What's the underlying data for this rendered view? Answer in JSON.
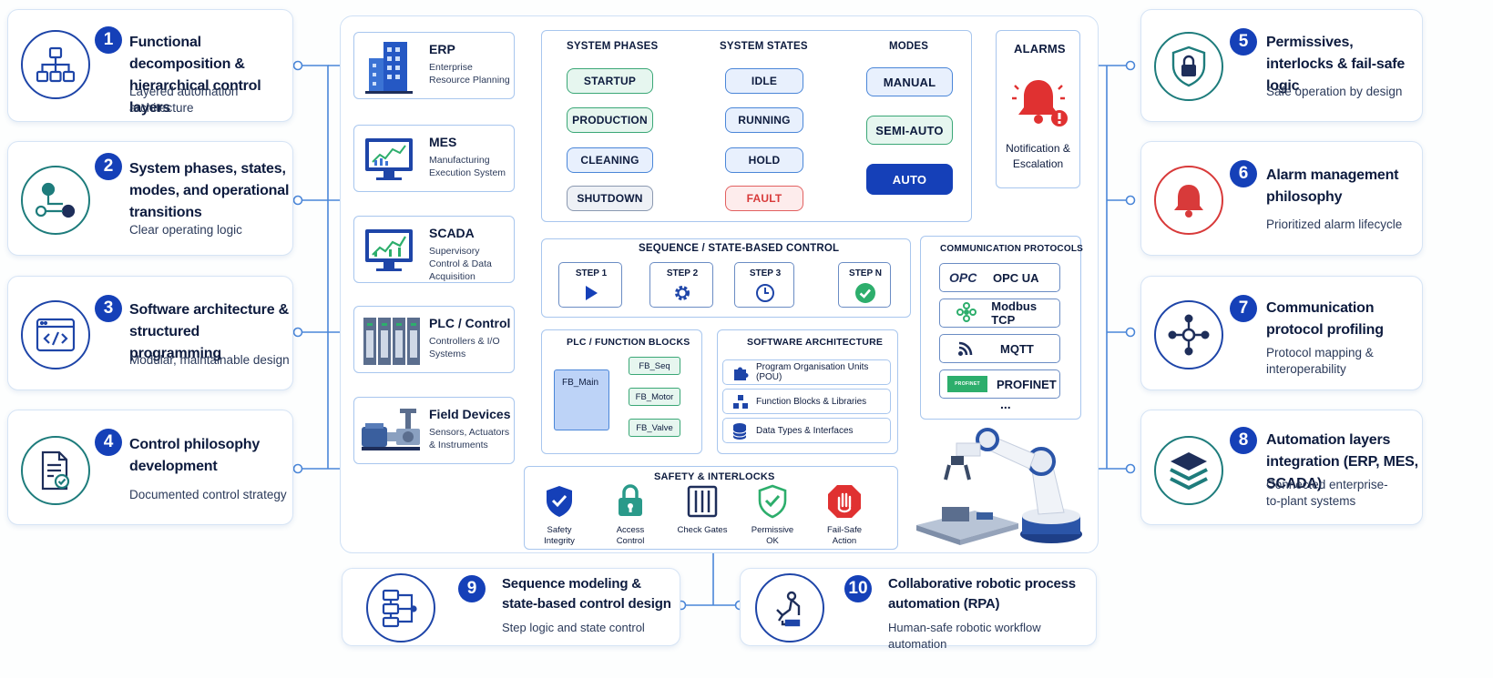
{
  "left_cards": [
    {
      "num": "1",
      "title": "Functional decomposition & hierarchical control layers",
      "subtitle": "Layered automation architecture",
      "icon": "hierarchy-icon"
    },
    {
      "num": "2",
      "title": "System phases, states, modes, and operational transitions",
      "subtitle": "Clear operating logic",
      "icon": "flow-nodes-icon"
    },
    {
      "num": "3",
      "title": "Software architecture & structured programming",
      "subtitle": "Modular, maintainable design",
      "icon": "code-window-icon"
    },
    {
      "num": "4",
      "title": "Control philosophy development",
      "subtitle": "Documented control strategy",
      "icon": "document-check-icon"
    }
  ],
  "right_cards": [
    {
      "num": "5",
      "title": "Permissives, interlocks & fail-safe logic",
      "subtitle": "Safe operation by design",
      "icon": "shield-lock-icon"
    },
    {
      "num": "6",
      "title": "Alarm management philosophy",
      "subtitle": "Prioritized alarm lifecycle",
      "icon": "alarm-bell-icon"
    },
    {
      "num": "7",
      "title": "Communication protocol profiling",
      "subtitle": "Protocol mapping & interoperability",
      "icon": "network-hub-icon"
    },
    {
      "num": "8",
      "title": "Automation layers integration (ERP, MES, SCADA)",
      "subtitle": "Connected enterprise-to-plant systems",
      "icon": "stacked-layers-icon"
    }
  ],
  "bottom_cards": [
    {
      "num": "9",
      "title": "Sequence modeling & state-based control design",
      "subtitle": "Step logic and state control",
      "icon": "flowchart-icon"
    },
    {
      "num": "10",
      "title": "Collaborative robotic process automation (RPA)",
      "subtitle": "Human-safe robotic workflow automation",
      "icon": "robot-arm-icon"
    }
  ],
  "layers": [
    {
      "title": "ERP",
      "subtitle": "Enterprise Resource Planning",
      "icon": "building-icon"
    },
    {
      "title": "MES",
      "subtitle": "Manufacturing Execution System",
      "icon": "monitor-chart-icon"
    },
    {
      "title": "SCADA",
      "subtitle": "Supervisory Control & Data Acquisition",
      "icon": "scada-screen-icon"
    },
    {
      "title": "PLC / Control",
      "subtitle": "Controllers & I/O Systems",
      "icon": "plc-rack-icon"
    },
    {
      "title": "Field Devices",
      "subtitle": "Sensors, Actuators & Instruments",
      "icon": "valve-pump-icon"
    }
  ],
  "phases": {
    "header": "SYSTEM PHASES",
    "items": [
      "STARTUP",
      "PRODUCTION",
      "CLEANING",
      "SHUTDOWN"
    ]
  },
  "states": {
    "header": "SYSTEM STATES",
    "items": [
      "IDLE",
      "RUNNING",
      "HOLD",
      "FAULT"
    ]
  },
  "modes": {
    "header": "MODES",
    "items": [
      "MANUAL",
      "SEMI-AUTO",
      "AUTO"
    ]
  },
  "alarms": {
    "header": "ALARMS",
    "caption": "Notification & Escalation"
  },
  "sequence": {
    "header": "SEQUENCE / STATE-BASED CONTROL",
    "steps": [
      "STEP 1",
      "STEP 2",
      "STEP 3",
      "STEP N"
    ]
  },
  "protocols": {
    "header": "COMMUNICATION PROTOCOLS",
    "items": [
      "OPC UA",
      "Modbus TCP",
      "MQTT",
      "PROFINET"
    ],
    "more": "...",
    "opc_logo": "OPC",
    "profinet_logo": "PROFINET"
  },
  "plc_blocks": {
    "header": "PLC / FUNCTION BLOCKS",
    "main": "FB_Main",
    "children": [
      "FB_Seq",
      "FB_Motor",
      "FB_Valve"
    ]
  },
  "software": {
    "header": "SOFTWARE ARCHITECTURE",
    "items": [
      "Program Organisation Units (POU)",
      "Function Blocks & Libraries",
      "Data Types & Interfaces"
    ]
  },
  "safety": {
    "header": "SAFETY & INTERLOCKS",
    "steps": [
      "Safety Integrity",
      "Access Control",
      "Check Gates",
      "Permissive OK",
      "Fail-Safe Action"
    ]
  },
  "colors": {
    "primary": "#1540b8",
    "teal": "#1e7c7c",
    "red": "#d83a3a",
    "green_fill": "#e6f6ef",
    "blue_fill": "#e8f0fd"
  }
}
